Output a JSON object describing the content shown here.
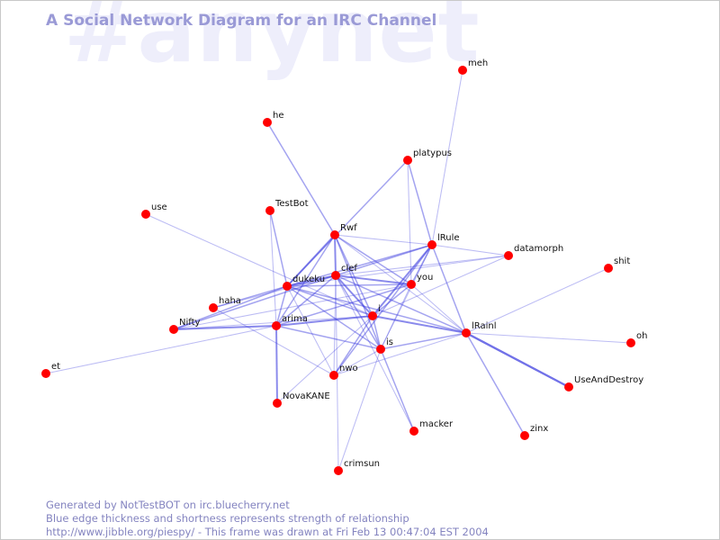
{
  "watermark": "#anynet",
  "title": "A Social Network Diagram for an IRC Channel",
  "colors": {
    "node": "#ff0000",
    "edge": "#4040e0",
    "title": "#9a9ad6",
    "footer": "#8484c0",
    "watermark": "#eeeefb"
  },
  "nodes": [
    {
      "id": "meh",
      "label": "meh"
    },
    {
      "id": "he",
      "label": "he"
    },
    {
      "id": "platypus",
      "label": "platypus"
    },
    {
      "id": "use",
      "label": "use"
    },
    {
      "id": "TestBot",
      "label": "TestBot"
    },
    {
      "id": "Rwf",
      "label": "Rwf"
    },
    {
      "id": "lRule",
      "label": "lRule"
    },
    {
      "id": "datamorph",
      "label": "datamorph"
    },
    {
      "id": "shit",
      "label": "shit"
    },
    {
      "id": "clef",
      "label": "clef"
    },
    {
      "id": "dukeku",
      "label": "dukeku"
    },
    {
      "id": "you",
      "label": "you"
    },
    {
      "id": "haha",
      "label": "haha"
    },
    {
      "id": "i",
      "label": "i"
    },
    {
      "id": "Nifty",
      "label": "Nifty"
    },
    {
      "id": "arima",
      "label": "arima"
    },
    {
      "id": "lRainl",
      "label": "lRainl"
    },
    {
      "id": "oh",
      "label": "oh"
    },
    {
      "id": "is",
      "label": "is"
    },
    {
      "id": "et",
      "label": "et"
    },
    {
      "id": "nwo",
      "label": "nwo"
    },
    {
      "id": "UseAndDestroy",
      "label": "UseAndDestroy"
    },
    {
      "id": "NovaKANE",
      "label": "NovaKANE"
    },
    {
      "id": "macker",
      "label": "macker"
    },
    {
      "id": "zinx",
      "label": "zinx"
    },
    {
      "id": "crimsun",
      "label": "crimsun"
    }
  ],
  "edges": [
    {
      "source": "meh",
      "target": "lRule",
      "strength": 1
    },
    {
      "source": "he",
      "target": "Rwf",
      "strength": 2
    },
    {
      "source": "platypus",
      "target": "dukeku",
      "strength": 2
    },
    {
      "source": "platypus",
      "target": "lRule",
      "strength": 2
    },
    {
      "source": "platypus",
      "target": "you",
      "strength": 1
    },
    {
      "source": "use",
      "target": "i",
      "strength": 1
    },
    {
      "source": "TestBot",
      "target": "dukeku",
      "strength": 2
    },
    {
      "source": "TestBot",
      "target": "arima",
      "strength": 1
    },
    {
      "source": "Rwf",
      "target": "clef",
      "strength": 3
    },
    {
      "source": "Rwf",
      "target": "dukeku",
      "strength": 3
    },
    {
      "source": "Rwf",
      "target": "lRule",
      "strength": 1
    },
    {
      "source": "Rwf",
      "target": "you",
      "strength": 2
    },
    {
      "source": "Rwf",
      "target": "i",
      "strength": 2
    },
    {
      "source": "Rwf",
      "target": "is",
      "strength": 2
    },
    {
      "source": "Rwf",
      "target": "arima",
      "strength": 2
    },
    {
      "source": "Rwf",
      "target": "lRainl",
      "strength": 1
    },
    {
      "source": "lRule",
      "target": "clef",
      "strength": 2
    },
    {
      "source": "lRule",
      "target": "dukeku",
      "strength": 2
    },
    {
      "source": "lRule",
      "target": "datamorph",
      "strength": 1
    },
    {
      "source": "lRule",
      "target": "lRainl",
      "strength": 2
    },
    {
      "source": "lRule",
      "target": "i",
      "strength": 3
    },
    {
      "source": "lRule",
      "target": "is",
      "strength": 1
    },
    {
      "source": "lRule",
      "target": "nwo",
      "strength": 2
    },
    {
      "source": "lRule",
      "target": "you",
      "strength": 2
    },
    {
      "source": "datamorph",
      "target": "dukeku",
      "strength": 1
    },
    {
      "source": "datamorph",
      "target": "i",
      "strength": 1
    },
    {
      "source": "datamorph",
      "target": "clef",
      "strength": 1
    },
    {
      "source": "shit",
      "target": "lRainl",
      "strength": 1
    },
    {
      "source": "clef",
      "target": "dukeku",
      "strength": 3
    },
    {
      "source": "clef",
      "target": "you",
      "strength": 3
    },
    {
      "source": "clef",
      "target": "i",
      "strength": 3
    },
    {
      "source": "clef",
      "target": "lRainl",
      "strength": 2
    },
    {
      "source": "clef",
      "target": "is",
      "strength": 2
    },
    {
      "source": "clef",
      "target": "arima",
      "strength": 2
    },
    {
      "source": "clef",
      "target": "nwo",
      "strength": 1
    },
    {
      "source": "clef",
      "target": "crimsun",
      "strength": 1
    },
    {
      "source": "clef",
      "target": "macker",
      "strength": 1
    },
    {
      "source": "clef",
      "target": "haha",
      "strength": 1
    },
    {
      "source": "dukeku",
      "target": "haha",
      "strength": 2
    },
    {
      "source": "dukeku",
      "target": "Nifty",
      "strength": 2
    },
    {
      "source": "dukeku",
      "target": "you",
      "strength": 2
    },
    {
      "source": "dukeku",
      "target": "i",
      "strength": 2
    },
    {
      "source": "dukeku",
      "target": "is",
      "strength": 2
    },
    {
      "source": "dukeku",
      "target": "nwo",
      "strength": 1
    },
    {
      "source": "dukeku",
      "target": "lRainl",
      "strength": 2
    },
    {
      "source": "dukeku",
      "target": "arima",
      "strength": 2
    },
    {
      "source": "you",
      "target": "i",
      "strength": 2
    },
    {
      "source": "you",
      "target": "arima",
      "strength": 2
    },
    {
      "source": "you",
      "target": "is",
      "strength": 1
    },
    {
      "source": "you",
      "target": "lRainl",
      "strength": 1
    },
    {
      "source": "you",
      "target": "Nifty",
      "strength": 1
    },
    {
      "source": "haha",
      "target": "nwo",
      "strength": 1
    },
    {
      "source": "i",
      "target": "arima",
      "strength": 3
    },
    {
      "source": "i",
      "target": "lRainl",
      "strength": 3
    },
    {
      "source": "i",
      "target": "is",
      "strength": 2
    },
    {
      "source": "i",
      "target": "nwo",
      "strength": 2
    },
    {
      "source": "i",
      "target": "NovaKANE",
      "strength": 1
    },
    {
      "source": "Nifty",
      "target": "arima",
      "strength": 3
    },
    {
      "source": "Nifty",
      "target": "clef",
      "strength": 2
    },
    {
      "source": "Nifty",
      "target": "i",
      "strength": 1
    },
    {
      "source": "et",
      "target": "arima",
      "strength": 1
    },
    {
      "source": "arima",
      "target": "is",
      "strength": 2
    },
    {
      "source": "arima",
      "target": "NovaKANE",
      "strength": 3
    },
    {
      "source": "lRainl",
      "target": "is",
      "strength": 2
    },
    {
      "source": "lRainl",
      "target": "nwo",
      "strength": 1
    },
    {
      "source": "lRainl",
      "target": "UseAndDestroy",
      "strength": 4
    },
    {
      "source": "lRainl",
      "target": "zinx",
      "strength": 2
    },
    {
      "source": "lRainl",
      "target": "oh",
      "strength": 1
    },
    {
      "source": "is",
      "target": "macker",
      "strength": 2
    },
    {
      "source": "is",
      "target": "crimsun",
      "strength": 1
    },
    {
      "source": "is",
      "target": "nwo",
      "strength": 1
    }
  ],
  "footer": {
    "line1": "Generated by NotTestBOT on irc.bluecherry.net",
    "line2": "Blue edge thickness and shortness represents strength of relationship",
    "line3": "http://www.jibble.org/piespy/ - This frame was drawn at Fri Feb 13 00:47:04 EST 2004"
  }
}
